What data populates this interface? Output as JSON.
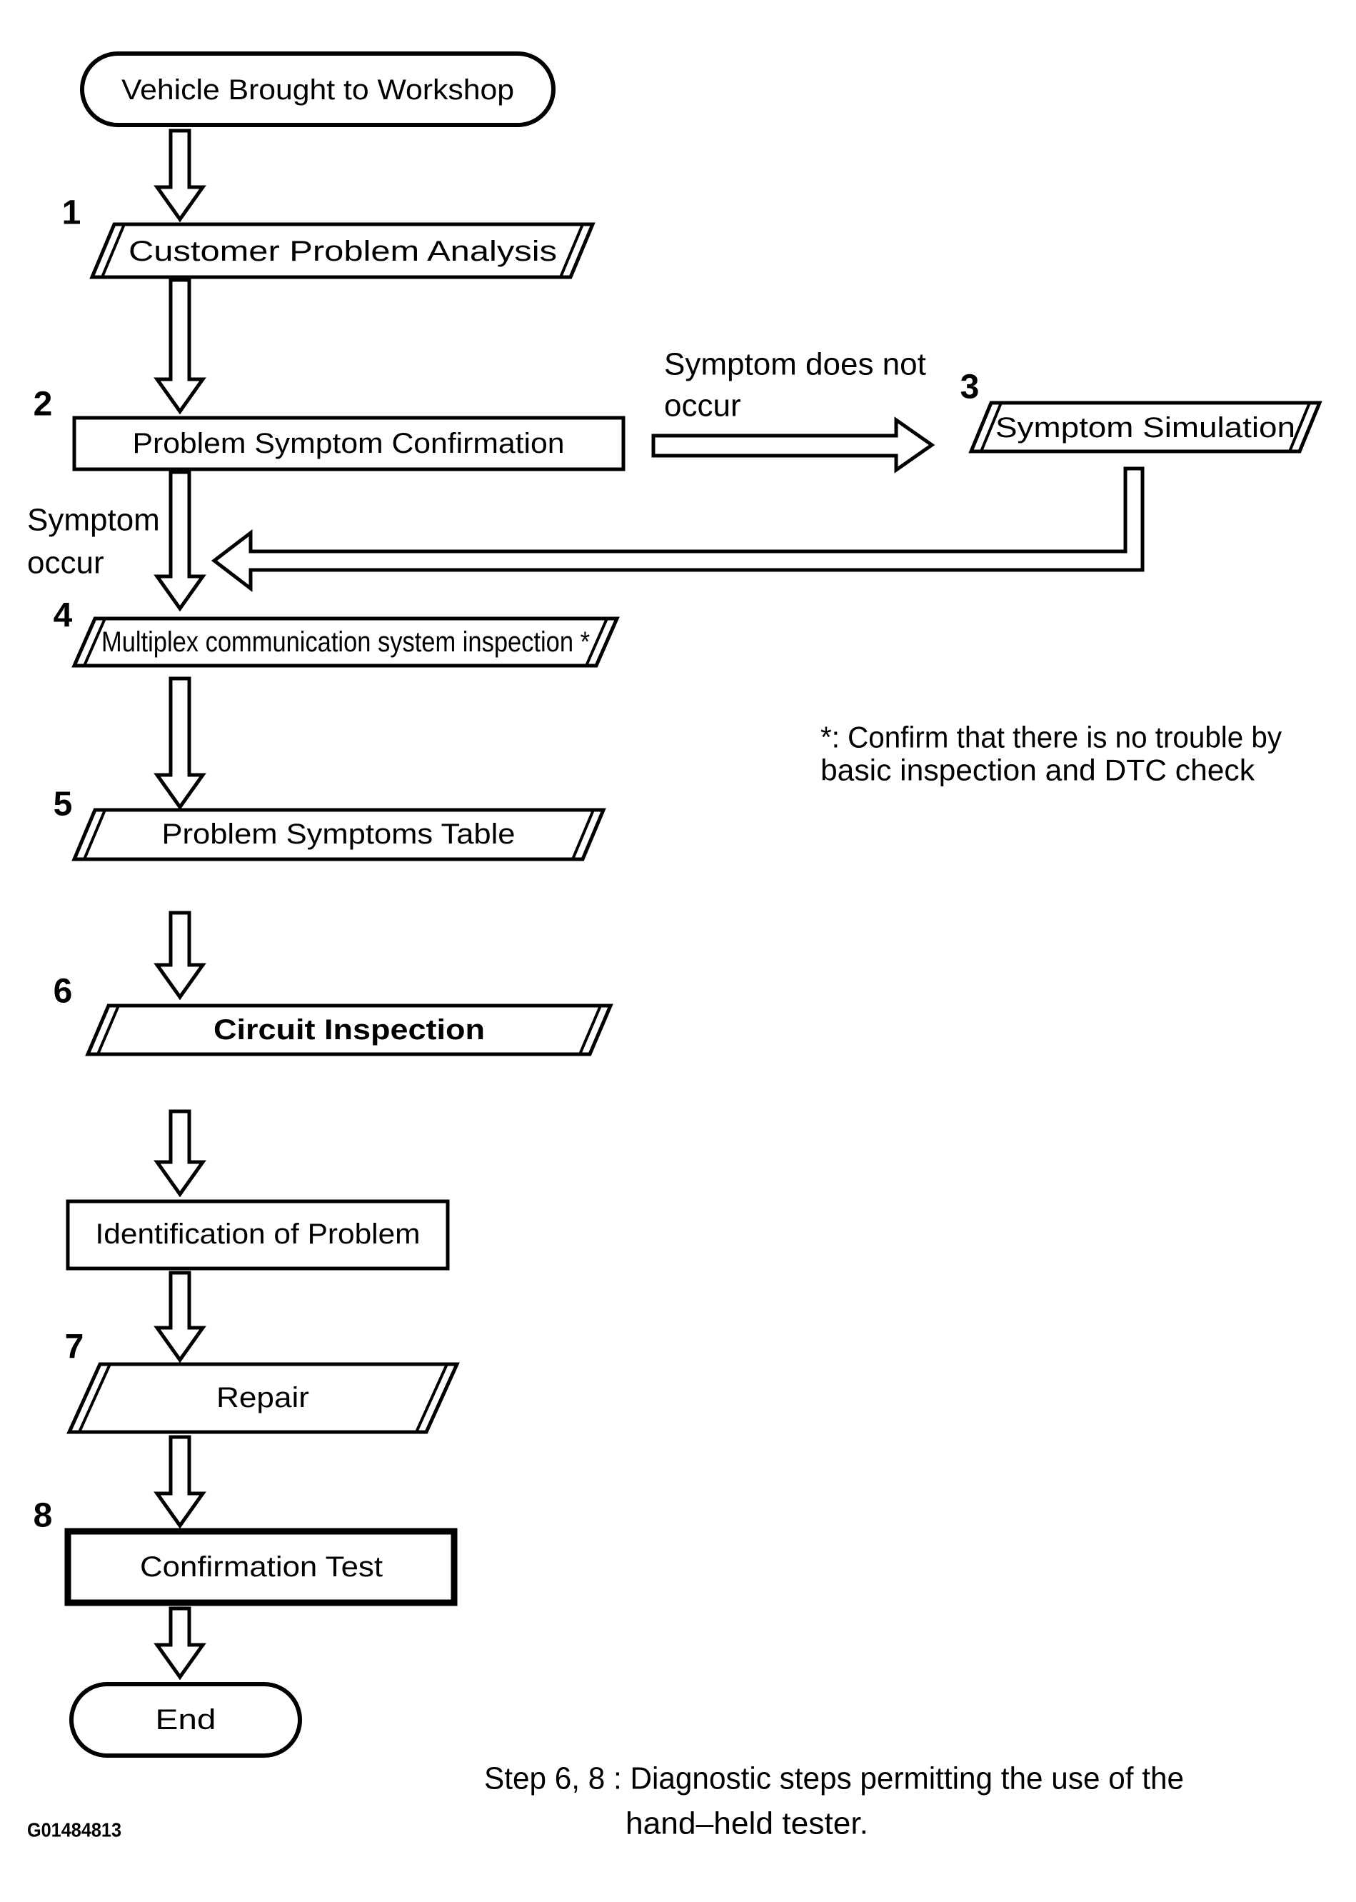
{
  "colors": {
    "ink": "#000000",
    "paper": "#ffffff"
  },
  "flow": {
    "start": "Vehicle Brought to Workshop",
    "steps": {
      "s1": {
        "num": "1",
        "label": "Customer Problem Analysis"
      },
      "s2": {
        "num": "2",
        "label": "Problem Symptom Confirmation"
      },
      "s3": {
        "num": "3",
        "label": "Symptom Simulation"
      },
      "s4": {
        "num": "4",
        "label": "Multiplex communication system inspection *"
      },
      "s5": {
        "num": "5",
        "label": "Problem Symptoms Table"
      },
      "s6": {
        "num": "6",
        "label": "Circuit Inspection"
      },
      "ident": {
        "label": "Identification of Problem"
      },
      "s7": {
        "num": "7",
        "label": "Repair"
      },
      "s8": {
        "num": "8",
        "label": "Confirmation Test"
      }
    },
    "end": "End",
    "branch_labels": {
      "not_occur_line1": "Symptom does not",
      "not_occur_line2": "occur",
      "occur_line1": "Symptom",
      "occur_line2": "occur"
    },
    "note_line1": "*: Confirm that there is no trouble by",
    "note_line2": "basic inspection and DTC check",
    "caption_line1": "Step 6, 8 : Diagnostic steps permitting the use of the",
    "caption_line2": "hand–held tester.",
    "figure_id": "G01484813"
  }
}
